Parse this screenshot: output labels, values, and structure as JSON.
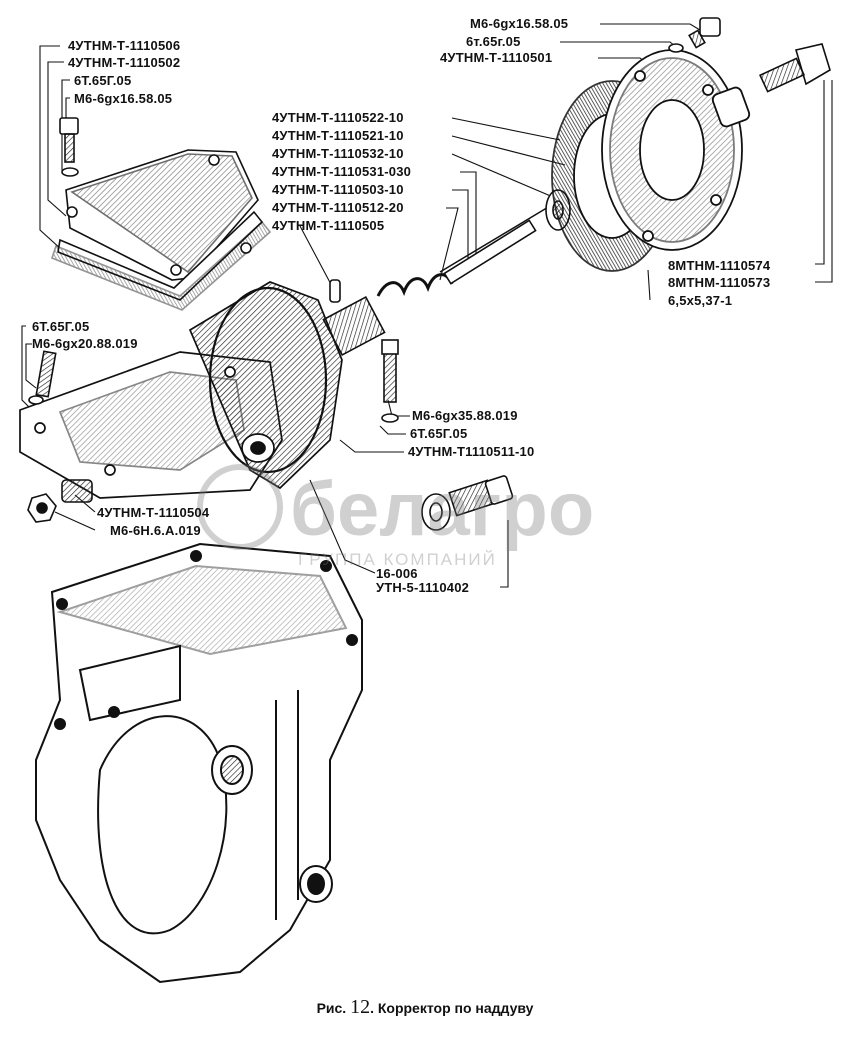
{
  "figure": {
    "caption_prefix": "Рис.",
    "caption_number": "12",
    "caption_title": "Корректор по наддуву"
  },
  "watermark": {
    "brand": "белагро",
    "tagline": "ГРУППА КОМПАНИЙ"
  },
  "labels": {
    "top_right_1": "М6-6gх16.58.05",
    "top_right_2": "6т.65г.05",
    "top_right_3": "4УТНМ-Т-1110501",
    "top_left_1": "4УТНМ-Т-1110506",
    "top_left_2": "4УТНМ-Т-1110502",
    "top_left_3": "6Т.65Г.05",
    "top_left_4": "М6-6gх16.58.05",
    "mid_1": "4УТНМ-Т-1110522-10",
    "mid_2": "4УТНМ-Т-1110521-10",
    "mid_3": "4УТНМ-Т-1110532-10",
    "mid_4": "4УТНМ-Т-1110531-030",
    "mid_5": "4УТНМ-Т-1110503-10",
    "mid_6": "4УТНМ-Т-1110512-20",
    "mid_7": "4УТНМ-Т-1110505",
    "right_1": "8МТНМ-1110574",
    "right_2": "8МТНМ-1110573",
    "right_3": "6,5х5,37-1",
    "left_1": "6Т.65Г.05",
    "left_2": "М6-6gх20.88.019",
    "center_1": "М6-6gх35.88.019",
    "center_2": "6Т.65Г.05",
    "center_3": "4УТНМ-Т1110511-10",
    "bottom_left_1": "4УТНМ-Т-1110504",
    "bottom_left_2": "М6-6Н.6.А.019",
    "bottom_1": "16-006",
    "bottom_2": "УТН-5-1110402"
  }
}
